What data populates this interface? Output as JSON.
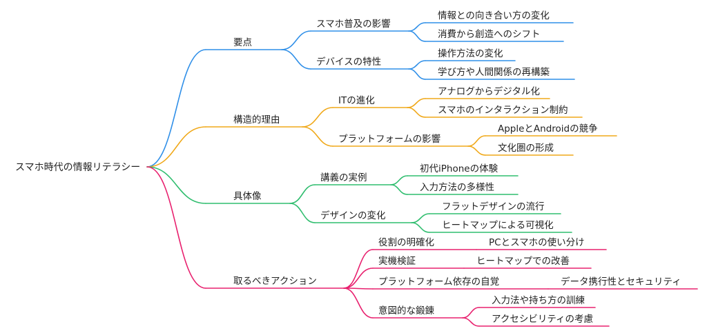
{
  "root": {
    "label": "スマホ時代の情報リテラシー"
  },
  "branches": [
    {
      "label": "要点",
      "color": "#2f8fe8",
      "children": [
        {
          "label": "スマホ普及の影響",
          "children": [
            {
              "label": "情報との向き合い方の変化"
            },
            {
              "label": "消費から創造へのシフト"
            }
          ]
        },
        {
          "label": "デバイスの特性",
          "children": [
            {
              "label": "操作方法の変化"
            },
            {
              "label": "学び方や人間関係の再構築"
            }
          ]
        }
      ]
    },
    {
      "label": "構造的理由",
      "color": "#f0a818",
      "children": [
        {
          "label": "ITの進化",
          "children": [
            {
              "label": "アナログからデジタル化"
            },
            {
              "label": "スマホのインタラクション制約"
            }
          ]
        },
        {
          "label": "プラットフォームの影響",
          "children": [
            {
              "label": "AppleとAndroidの競争"
            },
            {
              "label": "文化圏の形成"
            }
          ]
        }
      ]
    },
    {
      "label": "具体像",
      "color": "#2fbd6e",
      "children": [
        {
          "label": "講義の実例",
          "children": [
            {
              "label": "初代iPhoneの体験"
            },
            {
              "label": "入力方法の多様性"
            }
          ]
        },
        {
          "label": "デザインの変化",
          "children": [
            {
              "label": "フラットデザインの流行"
            },
            {
              "label": "ヒートマップによる可視化"
            }
          ]
        }
      ]
    },
    {
      "label": "取るべきアクション",
      "color": "#e8206e",
      "children": [
        {
          "label": "役割の明確化",
          "children": [
            {
              "label": "PCとスマホの使い分け"
            }
          ]
        },
        {
          "label": "実機検証",
          "children": [
            {
              "label": "ヒートマップでの改善"
            }
          ]
        },
        {
          "label": "プラットフォーム依存の自覚",
          "children": [
            {
              "label": "データ携行性とセキュリティ"
            }
          ]
        },
        {
          "label": "意図的な鍛錬",
          "children": [
            {
              "label": "入力法や持ち方の訓練"
            },
            {
              "label": "アクセシビリティの考慮"
            }
          ]
        }
      ]
    }
  ]
}
